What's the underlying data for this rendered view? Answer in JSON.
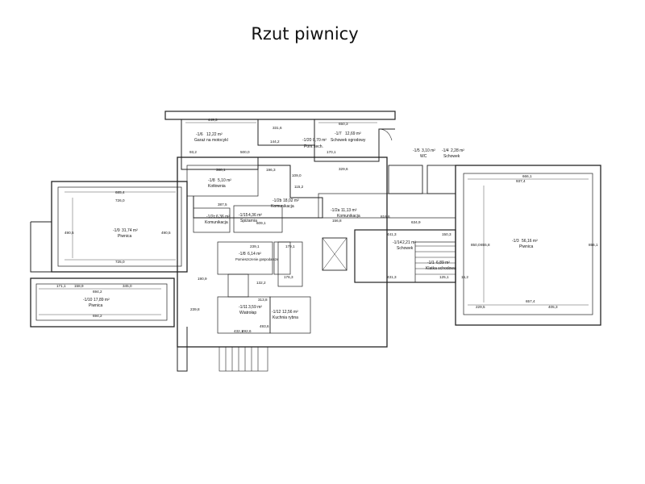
{
  "title": "Rzut piwnicy",
  "rooms": [
    {
      "code": "-1/6",
      "area": "12,22 m²",
      "name": "Garaż na motocykl"
    },
    {
      "code": "-1/20",
      "area": "0,70 m²",
      "name": "Pom. tech."
    },
    {
      "code": "-1/7",
      "area": "12,69 m²",
      "name": "Schowek ogrodowy"
    },
    {
      "code": "-1/5",
      "area": "3,10 m²",
      "name": "WC"
    },
    {
      "code": "-1/4",
      "area": "2,28 m²",
      "name": "Schowek"
    },
    {
      "code": "-1/8",
      "area": "5,10 m²",
      "name": "Kotłownia"
    },
    {
      "code": "-1/2b",
      "area": "18,02 m²",
      "name": "Komunikacja"
    },
    {
      "code": "-1/2a",
      "area": "11,13 m²",
      "name": "Komunikacja"
    },
    {
      "code": "-1/9",
      "area": "31,74 m²",
      "name": "Piwnica"
    },
    {
      "code": "-1/2c",
      "area": "6,36 m²",
      "name": "Komunikacja"
    },
    {
      "code": "-1/15",
      "area": "4,36 m²",
      "name": "Spiżarnia"
    },
    {
      "code": "-1/3",
      "area": "56,16 m²",
      "name": "Piwnica"
    },
    {
      "code": "-1/14",
      "area": "2,21 m²",
      "name": "Schowek"
    },
    {
      "code": "-1/1",
      "area": "6,89 m²",
      "name": "Klatka schodowa"
    },
    {
      "code": "-1/8",
      "area": "6,14 m²",
      "name": "Pomieszczenie gospodarcze"
    },
    {
      "code": "-1/10",
      "area": "17,89 m²",
      "name": "Piwnica"
    },
    {
      "code": "-1/11",
      "area": "3,59 m²",
      "name": "Wiatrołap"
    },
    {
      "code": "-1/12",
      "area": "12,56 m²",
      "name": "Kuchnia rybna"
    }
  ],
  "dimensions": [
    "449,3",
    "650,3",
    "331,6",
    "144,2",
    "500,0",
    "93,2",
    "170,1",
    "329,6",
    "388,1",
    "196,3",
    "109,0",
    "115,2",
    "685,4",
    "726,0",
    "725,0",
    "490,5",
    "490,5",
    "387,5",
    "609,1",
    "176,3",
    "156,8",
    "634,9",
    "816,6",
    "666,1",
    "937,4",
    "239,1",
    "179,1",
    "441,3",
    "431,3",
    "125,1",
    "150,3",
    "855,8",
    "850,0",
    "856,1",
    "171,1",
    "158,9",
    "345,0",
    "694,2",
    "694,2",
    "190,9",
    "132,2",
    "313,8",
    "493,6",
    "492,6",
    "432,1",
    "229,5",
    "405,3",
    "657,4",
    "239,8",
    "15,2"
  ]
}
